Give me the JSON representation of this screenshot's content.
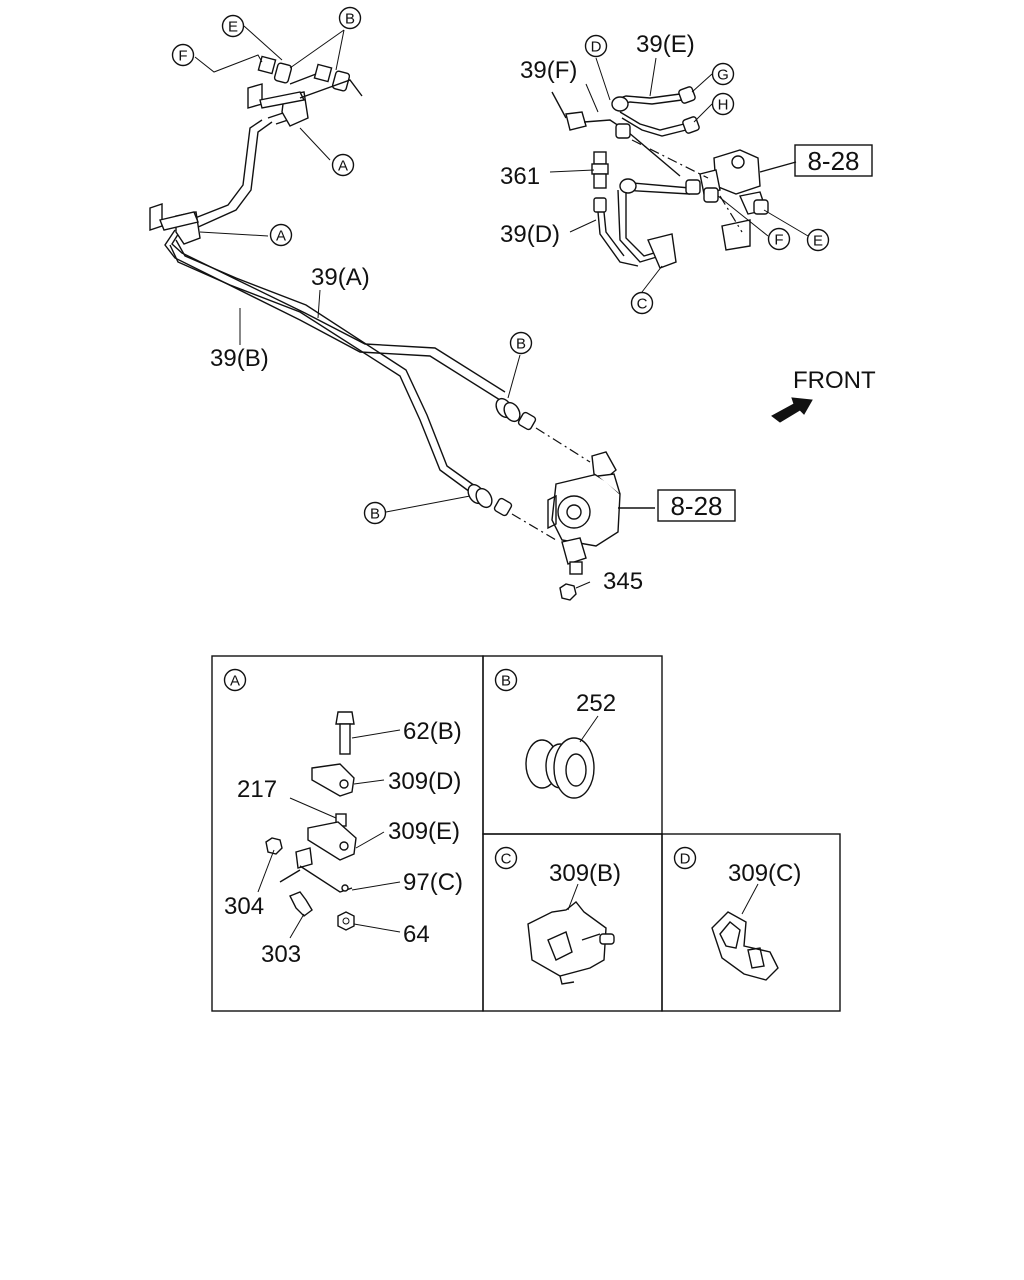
{
  "diagram": {
    "callout_letters": {
      "A": "A",
      "B": "B",
      "C": "C",
      "D": "D",
      "E": "E",
      "F": "F",
      "G": "G",
      "H": "H"
    },
    "part_labels": {
      "pipe_39A": "39(A)",
      "pipe_39B": "39(B)",
      "pipe_39D": "39(D)",
      "pipe_39E": "39(E)",
      "pipe_39F": "39(F)",
      "part_361": "361",
      "part_345": "345",
      "ref_8_28_top": "8-28",
      "ref_8_28_mid": "8-28",
      "front": "FRONT"
    },
    "detail_panels": {
      "A": {
        "letter": "A",
        "labels": {
          "p62B": "62(B)",
          "p309D": "309(D)",
          "p217": "217",
          "p309E": "309(E)",
          "p97C": "97(C)",
          "p304": "304",
          "p303": "303",
          "p64": "64"
        }
      },
      "B": {
        "letter": "B",
        "label": "252"
      },
      "C": {
        "letter": "C",
        "label": "309(B)"
      },
      "D": {
        "letter": "D",
        "label": "309(C)"
      }
    }
  }
}
